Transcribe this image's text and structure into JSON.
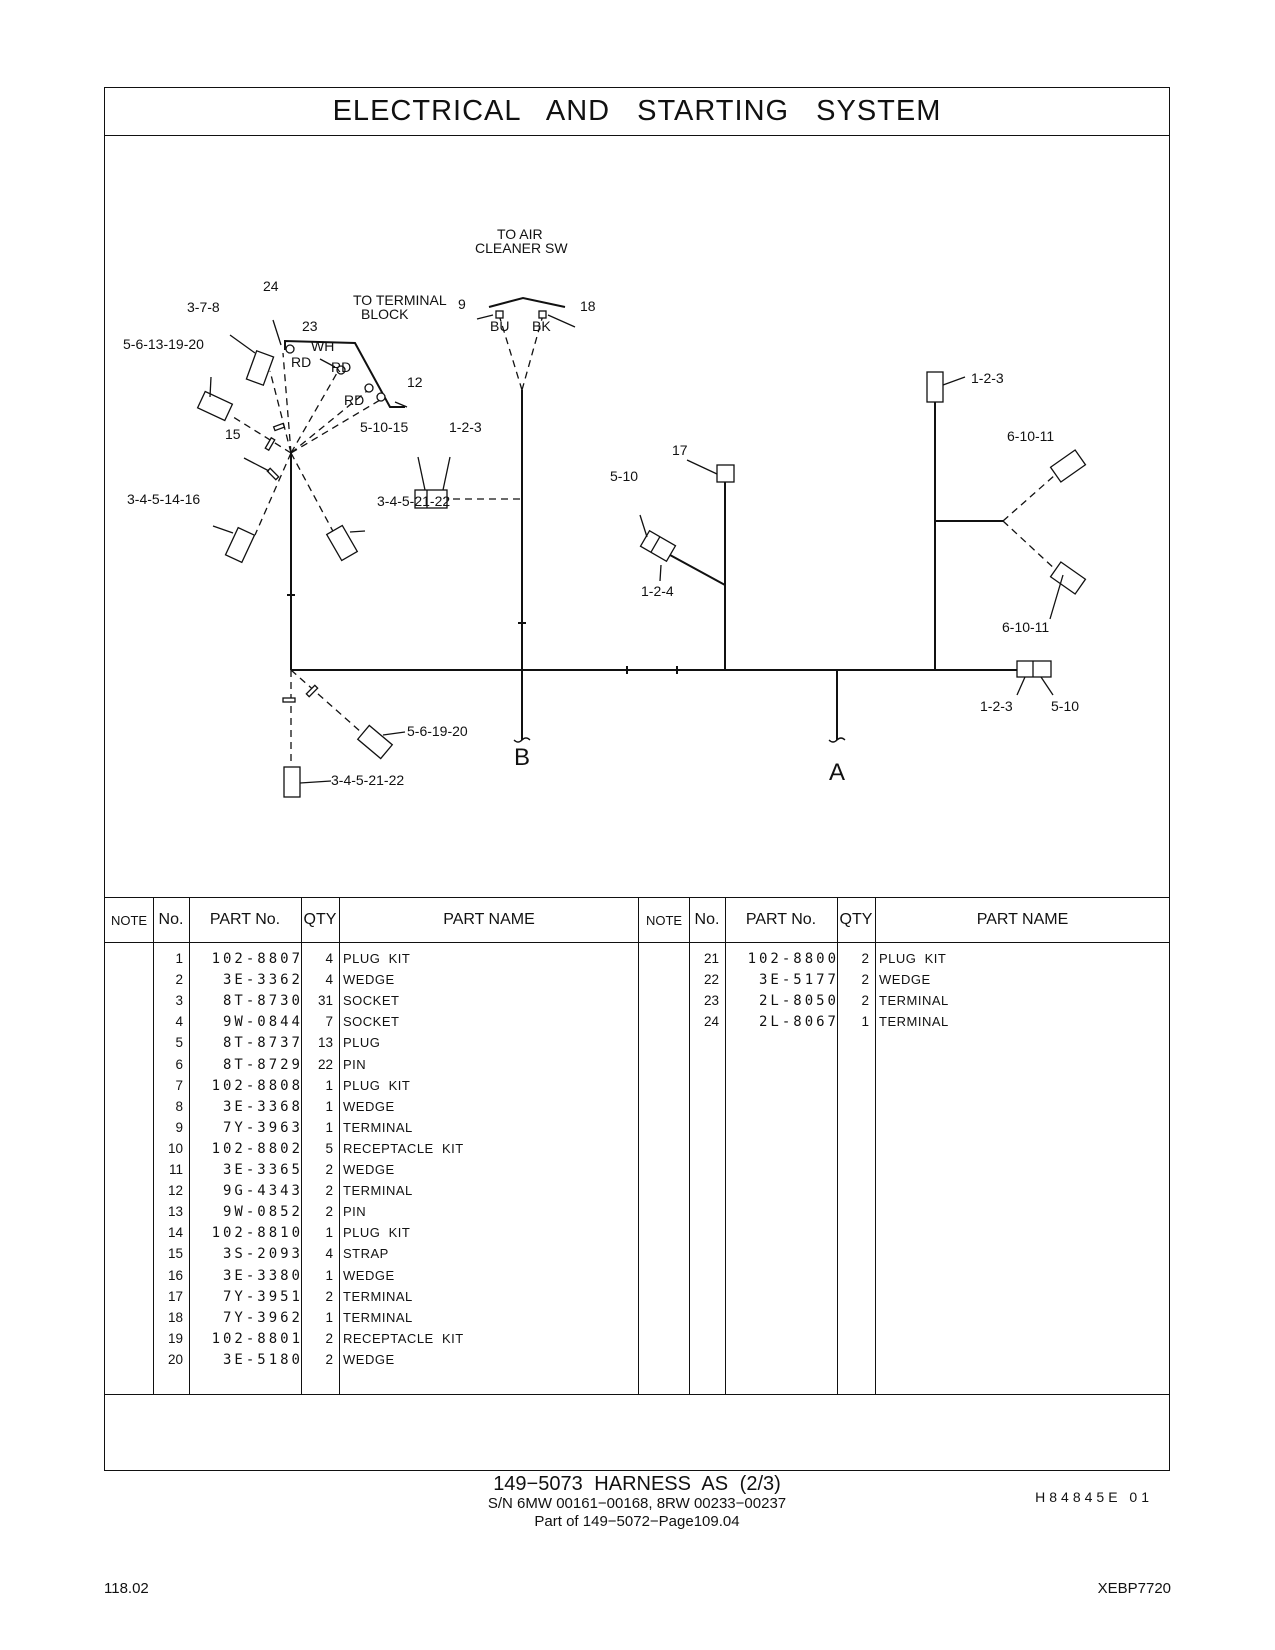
{
  "title": "ELECTRICAL AND STARTING SYSTEM",
  "diagram": {
    "labels": {
      "to_air": "TO AIR",
      "cleaner_sw": "CLEANER SW",
      "to_terminal": "TO TERMINAL",
      "block": "BLOCK",
      "l9": "9",
      "l18": "18",
      "bu": "BU",
      "bk": "BK",
      "l24": "24",
      "l378": "3-7-8",
      "l23": "23",
      "wh": "WH",
      "l56131920": "5-6-13-19-20",
      "rd1": "RD",
      "rd2": "RD",
      "rd3": "RD",
      "l12": "12",
      "l15": "15",
      "l51015": "5-10-15",
      "l123a": "1-2-3",
      "l34551416": "3-4-5-14-16",
      "l3452122a": "3-4-5-21-22",
      "l17": "17",
      "l510a": "5-10",
      "l124": "1-2-4",
      "l123b": "1-2-3",
      "l61011a": "6-10-11",
      "l61011b": "6-10-11",
      "l123c": "1-2-3",
      "l510b": "5-10",
      "l561920": "5-6-19-20",
      "l3452122b": "3-4-5-21-22",
      "b": "B",
      "a": "A"
    }
  },
  "table_headers": {
    "note": "NOTE",
    "no": "No.",
    "part_no": "PART No.",
    "qty": "QTY",
    "part_name": "PART NAME"
  },
  "parts_left": [
    {
      "no": "1",
      "part": "102-8807",
      "qty": "4",
      "name": "PLUG  KIT"
    },
    {
      "no": "2",
      "part": "3E-3362",
      "qty": "4",
      "name": "WEDGE"
    },
    {
      "no": "3",
      "part": "8T-8730",
      "qty": "31",
      "name": "SOCKET"
    },
    {
      "no": "4",
      "part": "9W-0844",
      "qty": "7",
      "name": "SOCKET"
    },
    {
      "no": "5",
      "part": "8T-8737",
      "qty": "13",
      "name": "PLUG"
    },
    {
      "no": "6",
      "part": "8T-8729",
      "qty": "22",
      "name": "PIN"
    },
    {
      "no": "7",
      "part": "102-8808",
      "qty": "1",
      "name": "PLUG  KIT"
    },
    {
      "no": "8",
      "part": "3E-3368",
      "qty": "1",
      "name": "WEDGE"
    },
    {
      "no": "9",
      "part": "7Y-3963",
      "qty": "1",
      "name": "TERMINAL"
    },
    {
      "no": "10",
      "part": "102-8802",
      "qty": "5",
      "name": "RECEPTACLE  KIT"
    },
    {
      "no": "11",
      "part": "3E-3365",
      "qty": "2",
      "name": "WEDGE"
    },
    {
      "no": "12",
      "part": "9G-4343",
      "qty": "2",
      "name": "TERMINAL"
    },
    {
      "no": "13",
      "part": "9W-0852",
      "qty": "2",
      "name": "PIN"
    },
    {
      "no": "14",
      "part": "102-8810",
      "qty": "1",
      "name": "PLUG  KIT"
    },
    {
      "no": "15",
      "part": "3S-2093",
      "qty": "4",
      "name": "STRAP"
    },
    {
      "no": "16",
      "part": "3E-3380",
      "qty": "1",
      "name": "WEDGE"
    },
    {
      "no": "17",
      "part": "7Y-3951",
      "qty": "2",
      "name": "TERMINAL"
    },
    {
      "no": "18",
      "part": "7Y-3962",
      "qty": "1",
      "name": "TERMINAL"
    },
    {
      "no": "19",
      "part": "102-8801",
      "qty": "2",
      "name": "RECEPTACLE  KIT"
    },
    {
      "no": "20",
      "part": "3E-5180",
      "qty": "2",
      "name": "WEDGE"
    }
  ],
  "parts_right": [
    {
      "no": "21",
      "part": "102-8800",
      "qty": "2",
      "name": "PLUG  KIT"
    },
    {
      "no": "22",
      "part": "3E-5177",
      "qty": "2",
      "name": "WEDGE"
    },
    {
      "no": "23",
      "part": "2L-8050",
      "qty": "2",
      "name": "TERMINAL"
    },
    {
      "no": "24",
      "part": "2L-8067",
      "qty": "1",
      "name": "TERMINAL"
    }
  ],
  "illustration_code": "H84845E   01",
  "caption": {
    "line1": "149−5073   HARNESS  AS (2/3)",
    "line2": "S/N 6MW 00161−00168, 8RW 00233−00237",
    "line3": "Part of 149−5072−Page109.04"
  },
  "footer": {
    "page": "118.02",
    "doc": "XEBP7720"
  }
}
